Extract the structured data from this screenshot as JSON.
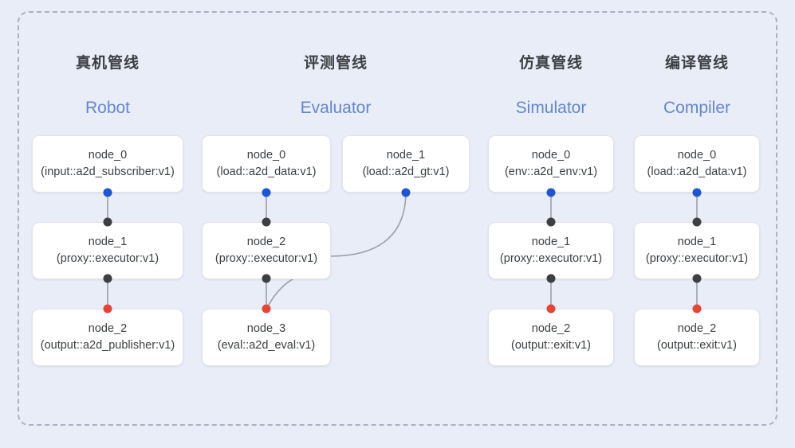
{
  "diagram": {
    "background_color": "#e8edf8",
    "frame_border_color": "#a9b0c0",
    "node_bg_color": "#ffffff",
    "node_border_color": "#dfe3ec",
    "edge_color": "#9aa0a6",
    "port_colors": {
      "input": "#1a56d6",
      "passthrough": "#3c4043",
      "output": "#ea4335"
    },
    "subtitle_color": "#6585d0",
    "title_color": "#3c4043"
  },
  "columns": [
    {
      "id": "robot",
      "title": "真机管线",
      "subtitle": "Robot",
      "nodes": [
        {
          "name": "node_0",
          "spec": "(input::a2d_subscriber:v1)"
        },
        {
          "name": "node_1",
          "spec": "(proxy::executor:v1)"
        },
        {
          "name": "node_2",
          "spec": "(output::a2d_publisher:v1)"
        }
      ]
    },
    {
      "id": "evaluator",
      "title": "评测管线",
      "subtitle": "Evaluator",
      "nodes": [
        {
          "name": "node_0",
          "spec": "(load::a2d_data:v1)"
        },
        {
          "name": "node_1",
          "spec": "(load::a2d_gt:v1)"
        },
        {
          "name": "node_2",
          "spec": "(proxy::executor:v1)"
        },
        {
          "name": "node_3",
          "spec": "(eval::a2d_eval:v1)"
        }
      ]
    },
    {
      "id": "simulator",
      "title": "仿真管线",
      "subtitle": "Simulator",
      "nodes": [
        {
          "name": "node_0",
          "spec": "(env::a2d_env:v1)"
        },
        {
          "name": "node_1",
          "spec": "(proxy::executor:v1)"
        },
        {
          "name": "node_2",
          "spec": "(output::exit:v1)"
        }
      ]
    },
    {
      "id": "compiler",
      "title": "编译管线",
      "subtitle": "Compiler",
      "nodes": [
        {
          "name": "node_0",
          "spec": "(load::a2d_data:v1)"
        },
        {
          "name": "node_1",
          "spec": "(proxy::executor:v1)"
        },
        {
          "name": "node_2",
          "spec": "(output::exit:v1)"
        }
      ]
    }
  ]
}
